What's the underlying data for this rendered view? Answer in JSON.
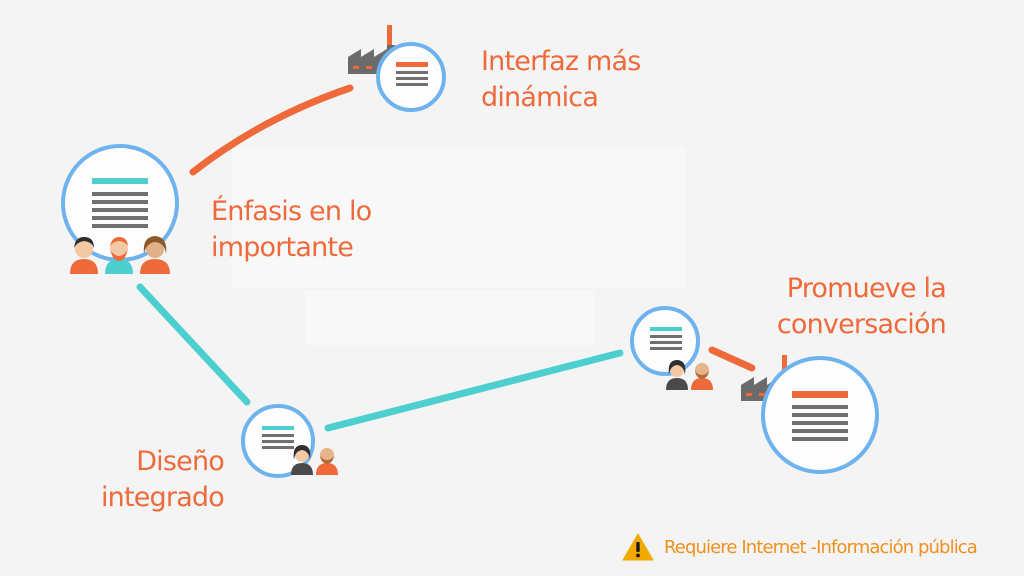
{
  "colors": {
    "accent_orange": "#ee6a3a",
    "accent_teal": "#4dcfcf",
    "circle_blue": "#6eb3ee",
    "doc_gray": "#707070",
    "factory_gray": "#6b6b6b",
    "warning_yellow": "#f2a900",
    "footer_text": "#f0901e"
  },
  "nodes": [
    {
      "id": "main",
      "icon": "document-with-users-icon"
    },
    {
      "id": "top",
      "icon": "factory-document-icon"
    },
    {
      "id": "bottom",
      "icon": "document-with-users-icon"
    },
    {
      "id": "right-small",
      "icon": "document-with-users-icon"
    },
    {
      "id": "right-large",
      "icon": "factory-document-icon"
    }
  ],
  "labels": {
    "interfaz": [
      "Interfaz más",
      "dinámica"
    ],
    "enfasis": [
      "Énfasis en lo",
      "importante"
    ],
    "promueve": [
      "Promueve la",
      "conversación"
    ],
    "diseno": [
      "Diseño",
      "integrado"
    ]
  },
  "footer": {
    "icon": "warning-icon",
    "text": "Requiere Internet -Información pública"
  }
}
